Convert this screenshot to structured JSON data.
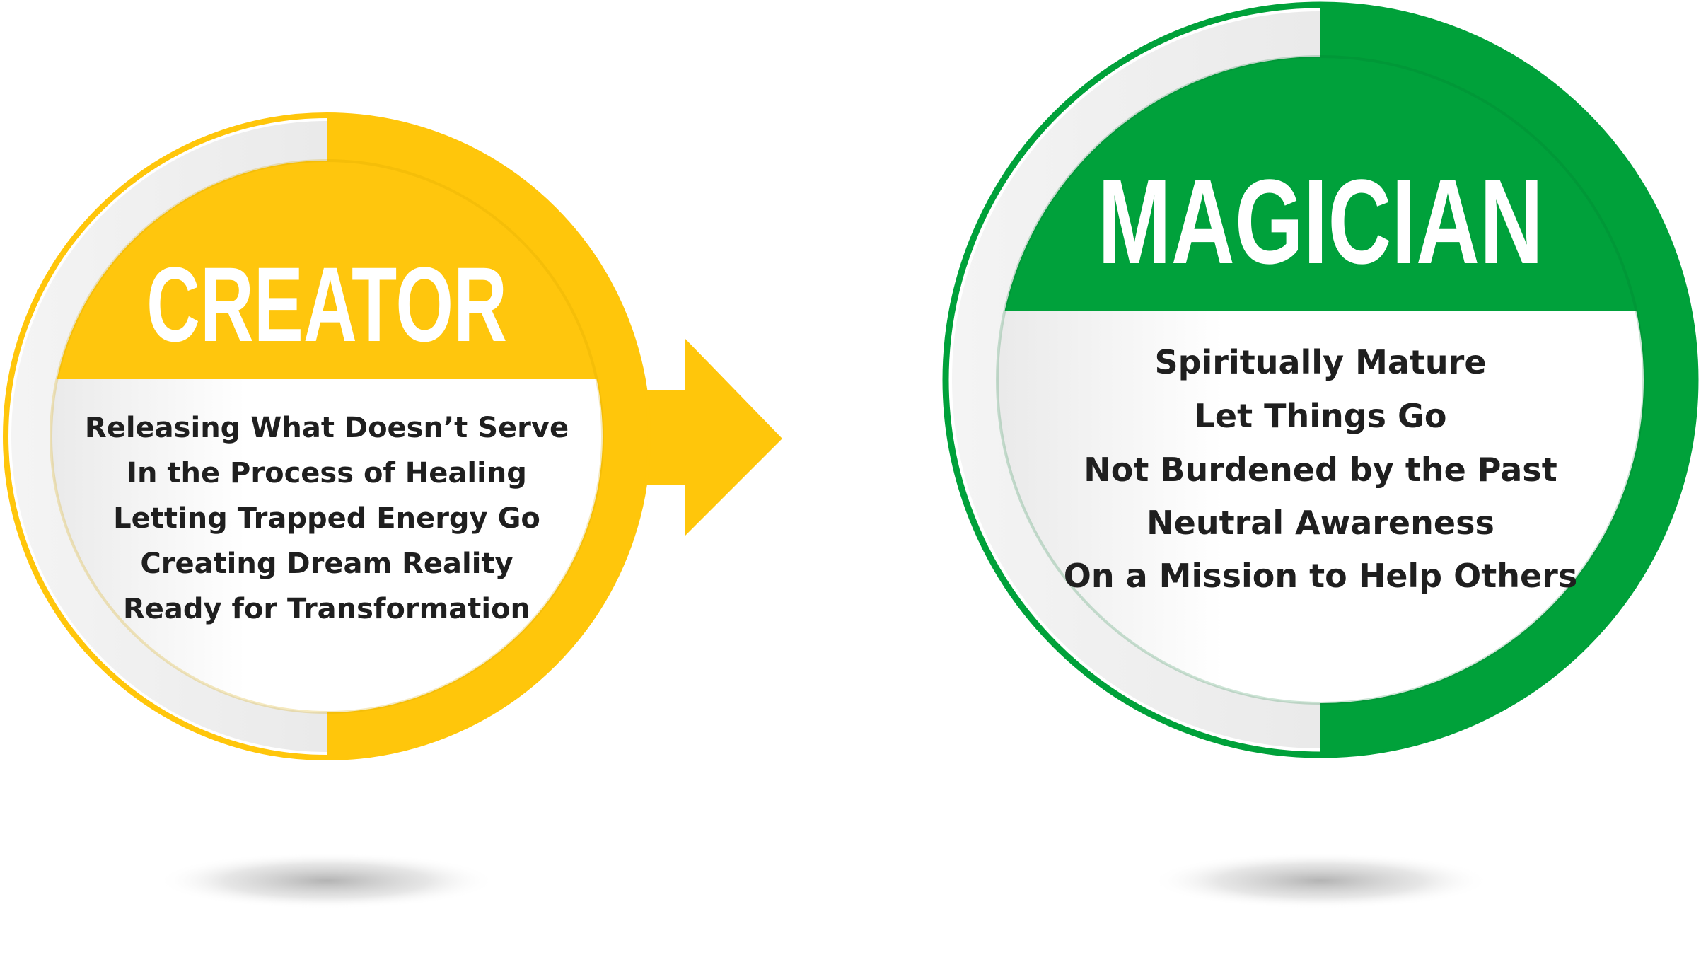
{
  "stages": [
    {
      "title": "CREATOR",
      "color": "#FFC60B",
      "items": [
        "Releasing What Doesn’t Serve",
        "In the Process of Healing",
        "Letting Trapped Energy Go",
        "Creating Dream Reality",
        "Ready for Transformation"
      ]
    },
    {
      "title": "MAGICIAN",
      "color": "#00A13A",
      "items": [
        "Spiritually Mature",
        "Let Things Go",
        "Not Burdened by the Past",
        "Neutral Awareness",
        "On a Mission to Help Others"
      ]
    }
  ]
}
